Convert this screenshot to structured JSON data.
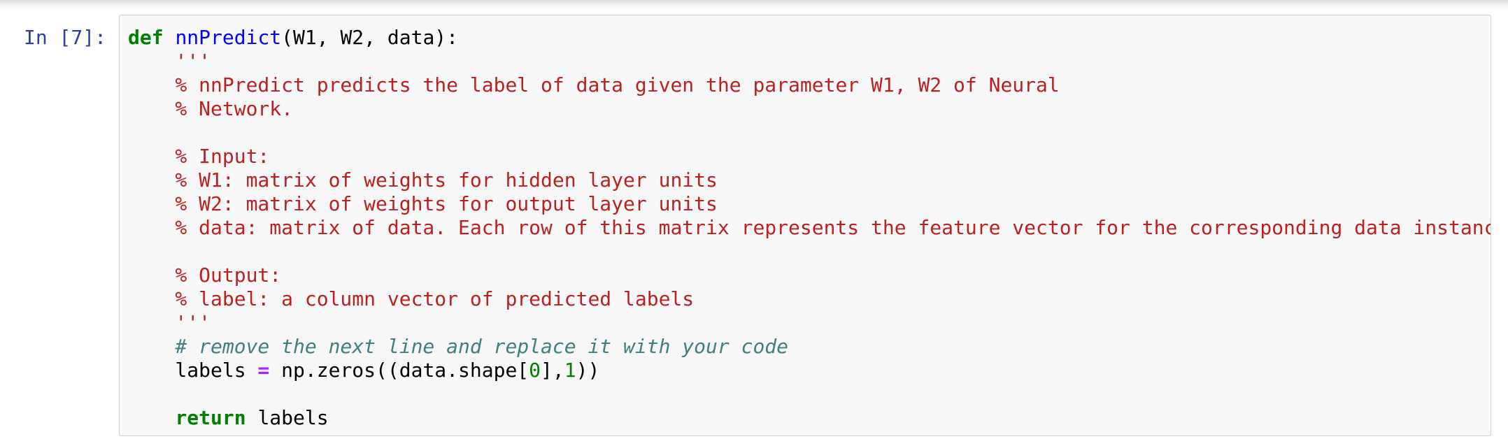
{
  "app": {
    "type": "jupyter-notebook-code-cell"
  },
  "cell": {
    "prompt": "In [7]:",
    "language": "python",
    "colors": {
      "prompt": "#303F9F",
      "keyword": "#008000",
      "function_name": "#0000FF",
      "string": "#BA2121",
      "comment": "#408080",
      "operator": "#AA22FF",
      "number": "#008000",
      "plain": "#000000",
      "cell_background": "#f7f7f7",
      "cell_border": "#cfcfcf",
      "top_shadow": "#dcdcdc"
    },
    "code_lines": [
      {
        "tokens": [
          {
            "t": "def",
            "c": "kw"
          },
          {
            "t": " ",
            "c": "plain"
          },
          {
            "t": "nnPredict",
            "c": "fn"
          },
          {
            "t": "(W1, W2, data):",
            "c": "plain"
          }
        ]
      },
      {
        "tokens": [
          {
            "t": "    ",
            "c": "plain"
          },
          {
            "t": "'''",
            "c": "str"
          }
        ]
      },
      {
        "tokens": [
          {
            "t": "    % nnPredict predicts the label of data given the parameter W1, W2 of Neural",
            "c": "str"
          }
        ]
      },
      {
        "tokens": [
          {
            "t": "    % Network.",
            "c": "str"
          }
        ]
      },
      {
        "tokens": []
      },
      {
        "tokens": [
          {
            "t": "    % Input:",
            "c": "str"
          }
        ]
      },
      {
        "tokens": [
          {
            "t": "    % W1: matrix of weights for hidden layer units",
            "c": "str"
          }
        ]
      },
      {
        "tokens": [
          {
            "t": "    % W2: matrix of weights for output layer units",
            "c": "str"
          }
        ]
      },
      {
        "tokens": [
          {
            "t": "    % data: matrix of data. Each row of this matrix represents the feature vector for the corresponding data instanc",
            "c": "str"
          }
        ]
      },
      {
        "tokens": []
      },
      {
        "tokens": [
          {
            "t": "    % Output:",
            "c": "str"
          }
        ]
      },
      {
        "tokens": [
          {
            "t": "    % label: a column vector of predicted labels",
            "c": "str"
          }
        ]
      },
      {
        "tokens": [
          {
            "t": "    '''",
            "c": "str"
          }
        ]
      },
      {
        "tokens": [
          {
            "t": "    # remove the next line and replace it with your code",
            "c": "com"
          }
        ]
      },
      {
        "tokens": [
          {
            "t": "    labels ",
            "c": "plain"
          },
          {
            "t": "=",
            "c": "op"
          },
          {
            "t": " np.zeros((data.shape[",
            "c": "plain"
          },
          {
            "t": "0",
            "c": "num"
          },
          {
            "t": "],",
            "c": "plain"
          },
          {
            "t": "1",
            "c": "num"
          },
          {
            "t": "))",
            "c": "plain"
          }
        ]
      },
      {
        "tokens": []
      },
      {
        "tokens": [
          {
            "t": "    ",
            "c": "plain"
          },
          {
            "t": "return",
            "c": "kw"
          },
          {
            "t": " labels",
            "c": "plain"
          }
        ]
      }
    ]
  }
}
